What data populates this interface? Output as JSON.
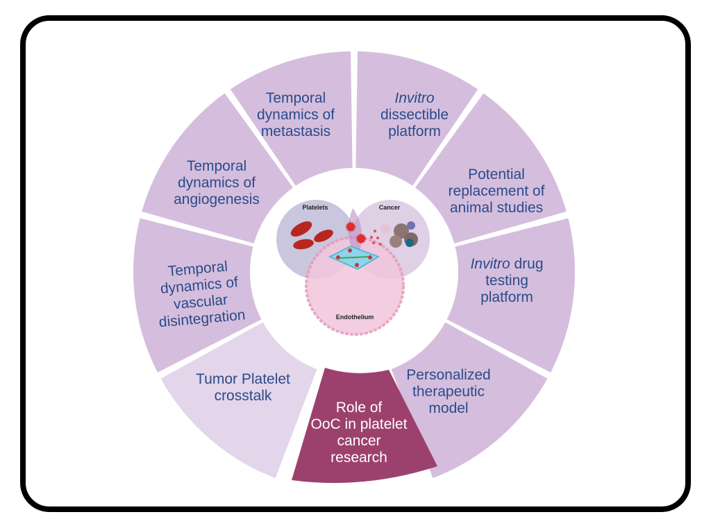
{
  "diagram": {
    "title": "Role of OoC in platelet cancer research",
    "center_segment": {
      "lines": [
        "Role of",
        "OoC in platelet",
        "cancer",
        "research"
      ],
      "color": "#9c416e"
    },
    "segments": [
      {
        "id": "metastasis",
        "lines": [
          "Temporal",
          "dynamics of",
          "metastasis"
        ],
        "italic_first": false,
        "color": "#d5bedd"
      },
      {
        "id": "invitro-dissectible",
        "lines": [
          "Invitro",
          "dissectible",
          "platform"
        ],
        "italic_word": "Invitro",
        "color": "#d5bedd"
      },
      {
        "id": "animal-studies",
        "lines": [
          "Potential",
          "replacement of",
          "animal studies"
        ],
        "color": "#d5bedd"
      },
      {
        "id": "drug-testing",
        "lines": [
          "Invitro drug",
          "testing",
          "platform"
        ],
        "italic_word": "Invitro",
        "color": "#d5bedd"
      },
      {
        "id": "personalized",
        "lines": [
          "Personalized",
          "therapeutic",
          "model"
        ],
        "color": "#d5bedd"
      },
      {
        "id": "tumor-platelet",
        "lines": [
          "Tumor Platelet",
          "crosstalk"
        ],
        "color": "#e3d5ea"
      },
      {
        "id": "vascular",
        "lines": [
          "Temporal",
          "dynamics of",
          "vascular",
          "disintegration"
        ],
        "color": "#d5bedd"
      },
      {
        "id": "angiogenesis",
        "lines": [
          "Temporal",
          "dynamics of",
          "angiogenesis"
        ],
        "color": "#d5bedd"
      }
    ],
    "venn": {
      "labels": [
        "Platelets",
        "Cancer",
        "Endothelium"
      ],
      "colors": {
        "platelets": "#c7c3dc",
        "cancer": "#dccbe3",
        "endothelium": "#f2c6dc",
        "overlap": "#b893c4"
      }
    },
    "text_color": "#2a4a8a"
  }
}
